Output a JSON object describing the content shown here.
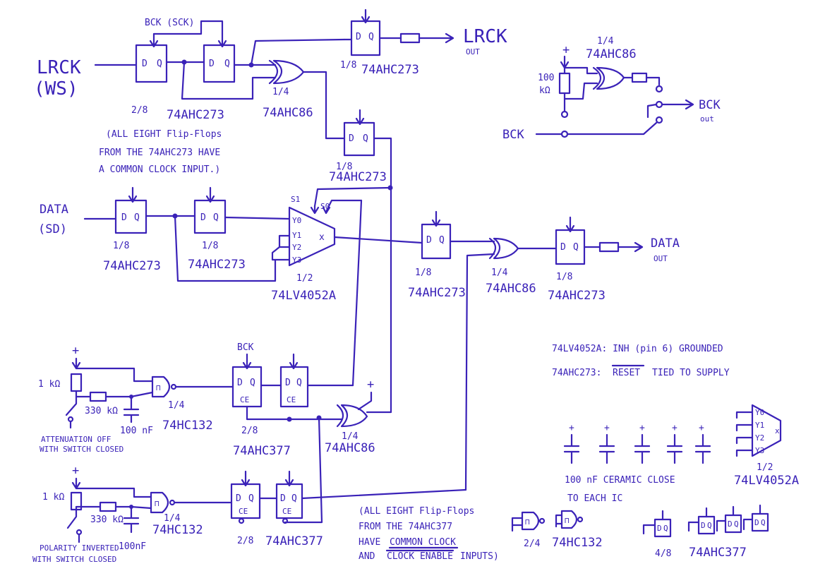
{
  "input_labels": {
    "lrck": "LRCK",
    "ws": "(WS)",
    "bck_sck": "BCK (SCK)",
    "data": "DATA",
    "sd": "(SD)",
    "bck_top": "BCK",
    "bck_left": "BCK"
  },
  "output_labels": {
    "lrck_out": "LRCK",
    "lrck_out_sub": "OUT",
    "bck_out": "BCK",
    "bck_out_sub": "out",
    "data_out": "DATA",
    "data_out_sub": "OUT"
  },
  "ff_pin": {
    "d": "D",
    "q": "Q",
    "ce": "CE"
  },
  "mux_pins": {
    "s1": "S1",
    "s0": "S0",
    "y0": "Y0",
    "y1": "Y1",
    "y2": "Y2",
    "y3": "Y3",
    "x": "x"
  },
  "gate_glyph": "⊓",
  "part_labels": {
    "ff1_frac": "2/8",
    "ff1_part": "74AHC273",
    "xor1_frac": "1/4",
    "xor1_part": "74AHC86",
    "ff_lrck_out_frac": "1/8",
    "ff_lrck_out_part": "74AHC273",
    "ff_mid_frac": "1/8",
    "ff_mid_part": "74AHC273",
    "data_ff1_frac": "1/8",
    "data_ff1_part": "74AHC273",
    "data_ff2_frac": "1/8",
    "data_ff2_part": "74AHC273",
    "mux_frac": "1/2",
    "mux_part": "74LV4052A",
    "data_ff3_frac": "1/8",
    "data_ff3_part": "74AHC273",
    "xor_data_frac": "1/4",
    "xor_data_part": "74AHC86",
    "data_ff4_frac": "1/8",
    "data_ff4_part": "74AHC273",
    "bck_xor_frac": "1/4",
    "bck_xor_part": "74AHC86",
    "bck_res": "100",
    "bck_res_unit": "kΩ",
    "att_res": "1 kΩ",
    "att_res2": "330 kΩ",
    "att_cap": "100 nF",
    "att_gate_frac": "1/4",
    "att_gate_part": "74HC132",
    "att_ff_frac": "2/8",
    "att_ff_part": "74AHC377",
    "att_xor_frac": "1/4",
    "att_xor_part": "74AHC86",
    "pol_res": "1 kΩ",
    "pol_res2": "330 kΩ",
    "pol_cap": "100nF",
    "pol_gate_frac": "1/4",
    "pol_gate_part": "74HC132",
    "pol_ff_frac": "2/8",
    "pol_ff_part": "74AHC377",
    "spare_gate_frac": "2/4",
    "spare_gate_part": "74HC132",
    "spare_ff_frac": "4/8",
    "spare_ff_part": "74AHC377",
    "spare_mux_frac": "1/2",
    "spare_mux_part": "74LV4052A"
  },
  "notes": {
    "ahc273_1": "(ALL EIGHT Flip-Flops",
    "ahc273_2": "FROM THE 74AHC273 HAVE",
    "ahc273_3": "A COMMON CLOCK INPUT.)",
    "att_1": "ATTENUATION OFF",
    "att_2": "WITH SWITCH CLOSED",
    "pol_1": "POLARITY INVERTED",
    "pol_2": "WITH SWITCH CLOSED",
    "ahc377_1": "(ALL EIGHT Flip-Flops",
    "ahc377_2": "FROM THE 74AHC377",
    "ahc377_3a": "HAVE",
    "ahc377_3b": "COMMON CLOCK",
    "ahc377_4a": "AND",
    "ahc377_4b": "CLOCK ENABLE",
    "ahc377_4c": "INPUTS)",
    "inh": "74LV4052A: INH (pin 6) GROUNDED",
    "reset_a": "74AHC273:",
    "reset_b": "RESET",
    "reset_c": "TIED TO SUPPLY",
    "decap_1": "100 nF CERAMIC CLOSE",
    "decap_2": "TO EACH IC",
    "plus": "+"
  }
}
